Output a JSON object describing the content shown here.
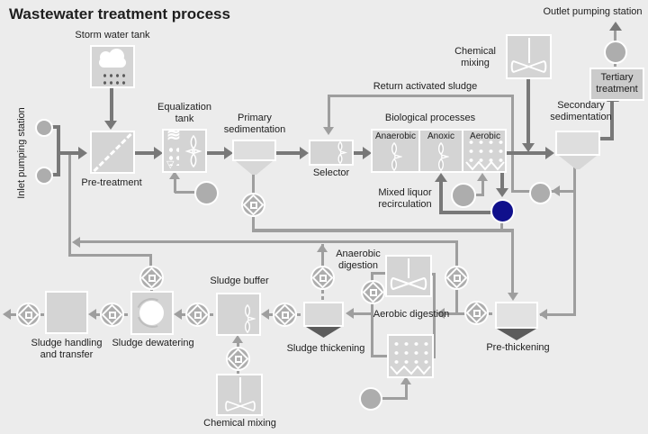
{
  "title": "Wastewater treatment process",
  "stages": {
    "storm_water_tank": "Storm water tank",
    "inlet_pumping_station": "Inlet pumping station",
    "pre_treatment": "Pre-treatment",
    "equalization_tank": "Equalization tank",
    "primary_sedimentation": "Primary sedimentation",
    "selector": "Selector",
    "return_activated_sludge": "Return activated sludge",
    "biological_processes": "Biological processes",
    "anaerobic": "Anaerobic",
    "anoxic": "Anoxic",
    "aerobic": "Aerobic",
    "chemical_mixing_top": "Chemical mixing",
    "secondary_sedimentation": "Secondary sedimentation",
    "tertiary_treatment": "Tertiary treatment",
    "outlet_pumping_station": "Outlet pumping station",
    "mixed_liquor_recirculation": "Mixed liquor recirculation",
    "pre_thickening": "Pre-thickening",
    "anaerobic_digestion": "Anaerobic digestion",
    "aerobic_digestion": "Aerobic digestion",
    "sludge_thickening": "Sludge thickening",
    "sludge_buffer": "Sludge buffer",
    "sludge_dewatering": "Sludge dewatering",
    "sludge_handling_transfer": "Sludge handling and transfer",
    "chemical_mixing_bottom": "Chemical mixing"
  },
  "colors": {
    "background": "#ececec",
    "tank_fill": "#d4d4d4",
    "sedimentation_fill": "#dedede",
    "pipe_gray": "#9e9e9e",
    "flow_dark": "#787878",
    "pump_fill": "#adadad",
    "highlighted_pump_blue": "#10108c",
    "thickener_cone_dark": "#5c5c5c",
    "tertiary_box_fill": "#cbcbcb",
    "text": "#1e1e1e"
  }
}
